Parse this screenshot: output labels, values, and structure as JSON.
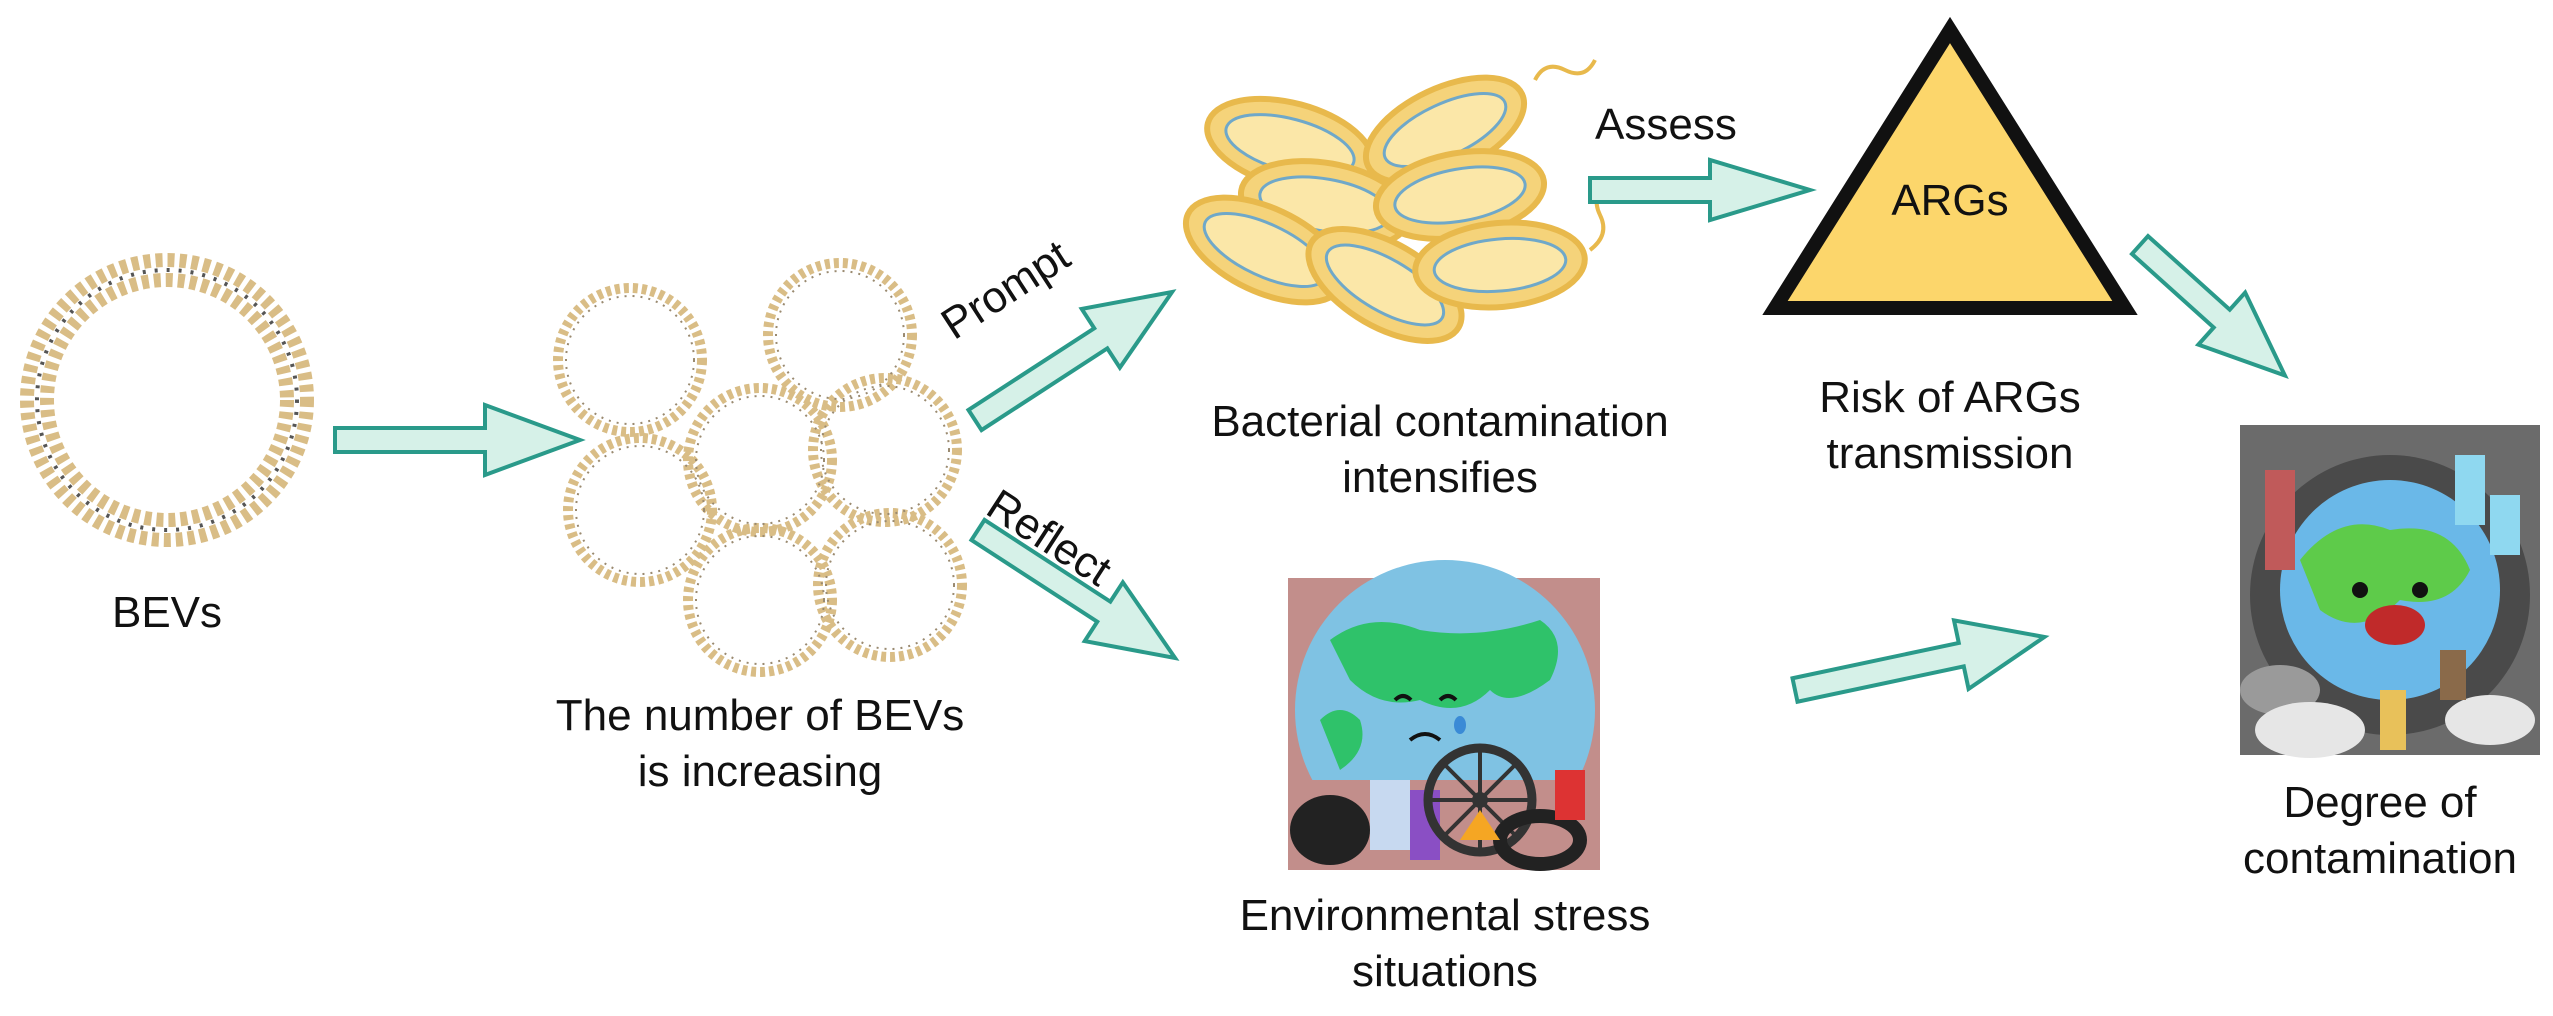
{
  "labels": {
    "bevs": "BEVs",
    "number_line1": "The number of BEVs",
    "number_line2": "is increasing",
    "bacterial_line1": "Bacterial contamination",
    "bacterial_line2": "intensifies",
    "env_line1": "Environmental stress",
    "env_line2": "situations",
    "risk_line1": "Risk of ARGs",
    "risk_line2": "transmission",
    "degree_line1": "Degree of",
    "degree_line2": "contamination",
    "args": "ARGs"
  },
  "arrow_labels": {
    "prompt": "Prompt",
    "reflect": "Reflect",
    "assess": "Assess"
  },
  "colors": {
    "arrow_fill": "#d6f1e8",
    "arrow_stroke": "#2a9a8a",
    "triangle_fill": "#fcd66b",
    "membrane": "#d8c08c",
    "bacteria": "#f5d37a"
  }
}
